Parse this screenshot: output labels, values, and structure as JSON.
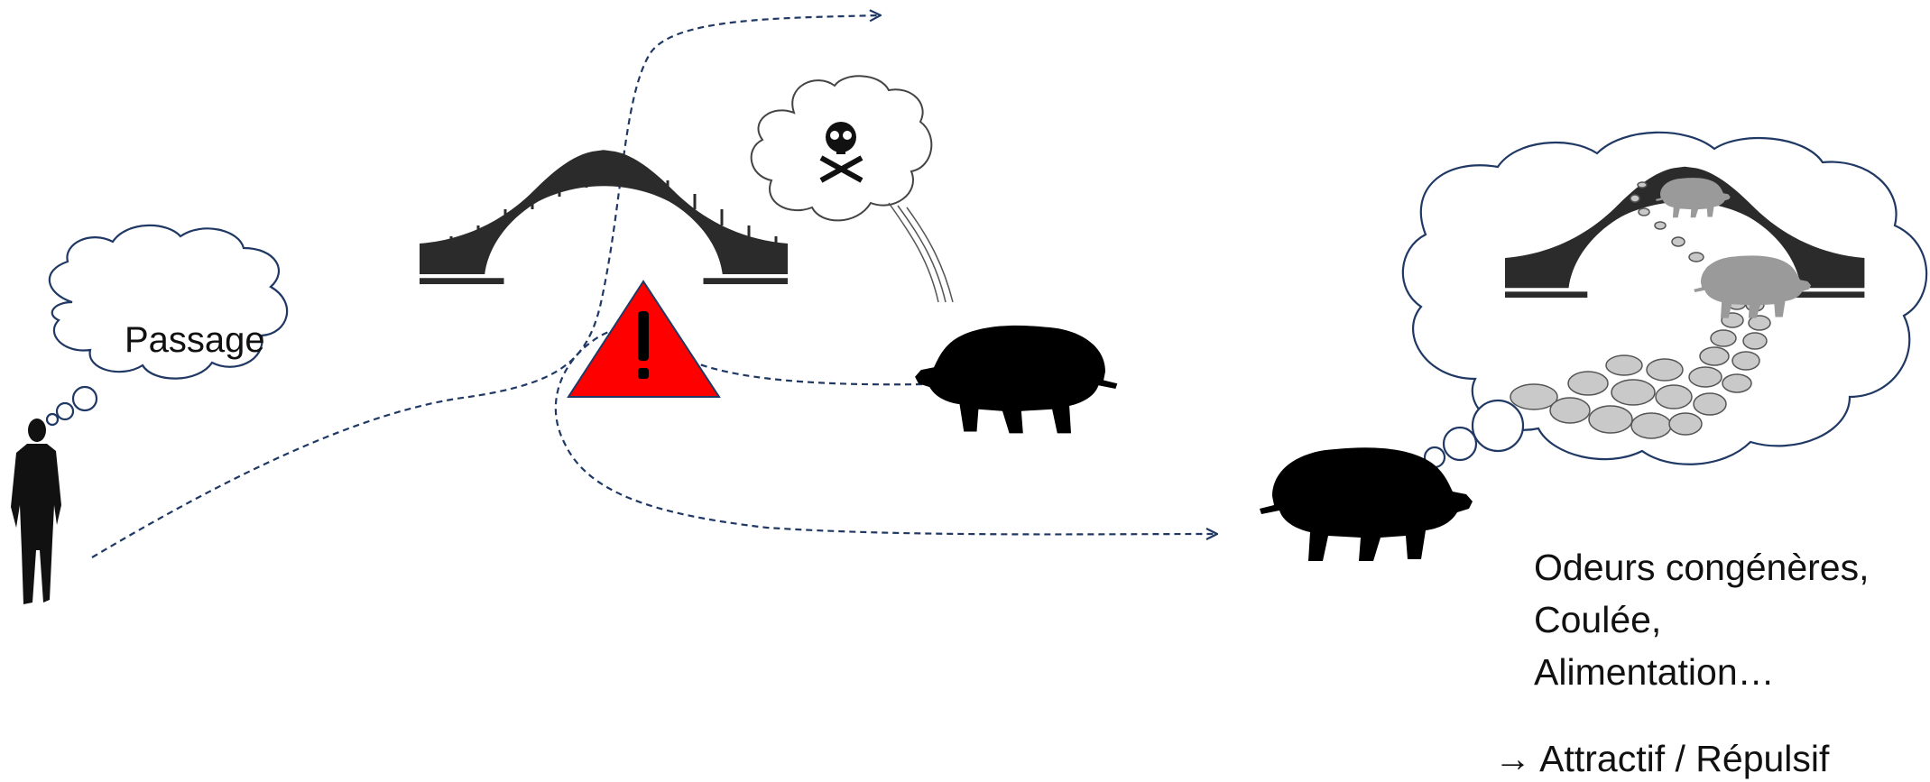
{
  "human_thought": {
    "text": "Passage"
  },
  "factors": {
    "line1": "Odeurs congénères,",
    "line2": "Coulée,",
    "line3": "Alimentation…"
  },
  "conclusion": {
    "arrow": "→",
    "text": "Attractif / Répulsif"
  },
  "colors": {
    "dashed_path": "#1f3864",
    "warning_fill": "#ff0000",
    "silhouette": "#000000",
    "bridge": "#2b2b2b",
    "faded_boar": "#9a9a9a",
    "stones": "#c9c9c9"
  },
  "icons": [
    "human-silhouette-icon",
    "thought-bubble-icon",
    "bridge-icon",
    "warning-triangle-icon",
    "skull-crossbones-icon",
    "wild-boar-icon",
    "stone-path-icon"
  ]
}
